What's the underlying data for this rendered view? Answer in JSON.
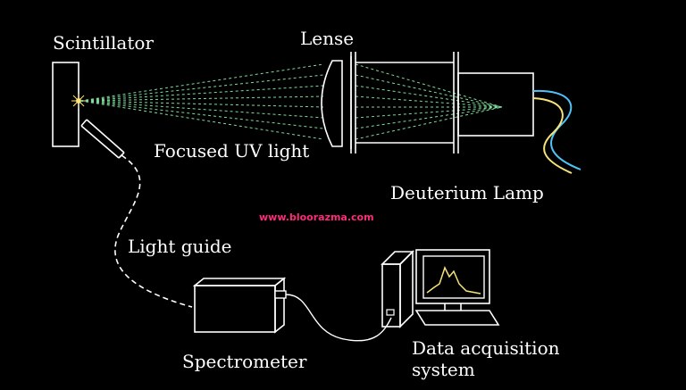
{
  "labels": {
    "scintillator": "Scintillator",
    "lense": "Lense",
    "focused_uv": "Focused UV light",
    "deuterium_lamp": "Deuterium Lamp",
    "light_guide": "Light guide",
    "spectrometer": "Spectrometer",
    "daq_line1": "Data acquisition",
    "daq_line2": "system"
  },
  "watermark": "www.bloorazma.com",
  "colors": {
    "background": "#000000",
    "outline": "#ffffff",
    "uv_beam": "#7fdc9a",
    "watermark": "#ff2a7a",
    "cable_blue": "#4fc3f7",
    "cable_yellow": "#f5e27a",
    "spectrum_trace": "#f5e27a"
  }
}
